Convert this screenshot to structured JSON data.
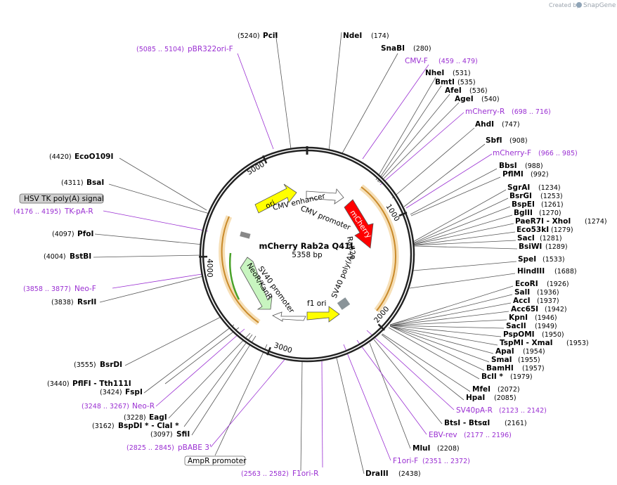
{
  "credit": {
    "created_by": "Created by",
    "brand": "SnapGene"
  },
  "plasmid": {
    "name": "mCherry Rab2a Q41L",
    "size_label": "5358 bp"
  },
  "tick_labels": [
    "1000",
    "2000",
    "3000",
    "4000",
    "5000"
  ],
  "enzymes_right": [
    {
      "name": "NdeI",
      "pos": "(174)"
    },
    {
      "name": "SnaBI",
      "pos": "(280)"
    },
    {
      "name": "NheI",
      "pos": "(531)"
    },
    {
      "name": "BmtI",
      "pos": "(535)"
    },
    {
      "name": "AfeI",
      "pos": "(536)"
    },
    {
      "name": "AgeI",
      "pos": "(540)"
    },
    {
      "name": "AhdI",
      "pos": "(747)"
    },
    {
      "name": "SbfI",
      "pos": "(908)"
    },
    {
      "name": "BbsI",
      "pos": "(988)"
    },
    {
      "name": "PflMI",
      "pos": "(992)"
    },
    {
      "name": "SgrAI",
      "pos": "(1234)"
    },
    {
      "name": "BsrGI",
      "pos": "(1253)"
    },
    {
      "name": "BspEI",
      "pos": "(1261)"
    },
    {
      "name": "BglII",
      "pos": "(1270)"
    },
    {
      "name": "PaeR7I - XhoI",
      "pos": "(1274)"
    },
    {
      "name": "Eco53kI",
      "pos": "(1279)"
    },
    {
      "name": "SacI",
      "pos": "(1281)"
    },
    {
      "name": "BsiWI",
      "pos": "(1289)"
    },
    {
      "name": "SpeI",
      "pos": "(1533)"
    },
    {
      "name": "HindIII",
      "pos": "(1688)"
    },
    {
      "name": "EcoRI",
      "pos": "(1926)"
    },
    {
      "name": "SalI",
      "pos": "(1936)"
    },
    {
      "name": "AccI",
      "pos": "(1937)"
    },
    {
      "name": "Acc65I",
      "pos": "(1942)"
    },
    {
      "name": "KpnI",
      "pos": "(1946)"
    },
    {
      "name": "SacII",
      "pos": "(1949)"
    },
    {
      "name": "PspOMI",
      "pos": "(1950)"
    },
    {
      "name": "TspMI - XmaI",
      "pos": "(1953)"
    },
    {
      "name": "ApaI",
      "pos": "(1954)"
    },
    {
      "name": "SmaI",
      "pos": "(1955)"
    },
    {
      "name": "BamHI",
      "pos": "(1957)"
    },
    {
      "name": "BclI *",
      "pos": "(1979)"
    },
    {
      "name": "MfeI",
      "pos": "(2072)"
    },
    {
      "name": "HpaI",
      "pos": "(2085)"
    },
    {
      "name": "BtsI - BtsαI",
      "pos": "(2161)"
    },
    {
      "name": "MluI",
      "pos": "(2208)"
    },
    {
      "name": "DraIII",
      "pos": "(2438)"
    }
  ],
  "enzymes_left": [
    {
      "name": "PciI",
      "pos": "(5240)"
    },
    {
      "name": "EcoO109I",
      "pos": "(4420)"
    },
    {
      "name": "BsaI",
      "pos": "(4311)"
    },
    {
      "name": "PfoI",
      "pos": "(4097)"
    },
    {
      "name": "BstBI",
      "pos": "(4004)"
    },
    {
      "name": "RsrII",
      "pos": "(3838)"
    },
    {
      "name": "BsrDI",
      "pos": "(3555)"
    },
    {
      "name": "PflFI - Tth111I",
      "pos": "(3440)"
    },
    {
      "name": "FspI",
      "pos": "(3424)"
    },
    {
      "name": "EagI",
      "pos": "(3228)"
    },
    {
      "name": "BspDI * - ClaI *",
      "pos": "(3162)"
    },
    {
      "name": "SfiI",
      "pos": "(3097)"
    }
  ],
  "primers": [
    {
      "name": "pBR322ori-F",
      "range": "(5085 .. 5104)"
    },
    {
      "name": "CMV-F",
      "range": "(459 .. 479)"
    },
    {
      "name": "mCherry-R",
      "range": "(698 .. 716)"
    },
    {
      "name": "mCherry-F",
      "range": "(966 .. 985)"
    },
    {
      "name": "TK-pA-R",
      "range": "(4176 .. 4195)"
    },
    {
      "name": "Neo-F",
      "range": "(3858 .. 3877)"
    },
    {
      "name": "Neo-R",
      "range": "(3248 .. 3267)"
    },
    {
      "name": "pBABE 3'",
      "range": "(2825 .. 2845)"
    },
    {
      "name": "F1ori-R",
      "range": "(2563 .. 2582)"
    },
    {
      "name": "F1ori-F",
      "range": "(2351 .. 2372)"
    },
    {
      "name": "EBV-rev",
      "range": "(2177 .. 2196)"
    },
    {
      "name": "SV40pA-R",
      "range": "(2123 .. 2142)"
    }
  ],
  "boxed_features": [
    "HSV TK poly(A) signal",
    "AmpR promoter"
  ],
  "features": {
    "ori": "ori",
    "cmv_enhancer": "CMV enhancer",
    "cmv_promoter": "CMV promoter",
    "mcherry": "mCherry",
    "rab2a": "Rab2a",
    "sv40_polya": "SV40 poly(A)",
    "f1_ori": "f1 ori",
    "sv40_promoter": "SV40 promoter",
    "neor": "NeoR/KanR"
  },
  "colors": {
    "backbone": "#222222",
    "primer": "#9a2fd2",
    "ori": "#ffff00",
    "mcherry": "#ff0000",
    "neor": "#c8f5c0",
    "orange_feature": "#e8a43a",
    "green_feature": "#4aa22a",
    "credit": "#9aa3ad"
  }
}
